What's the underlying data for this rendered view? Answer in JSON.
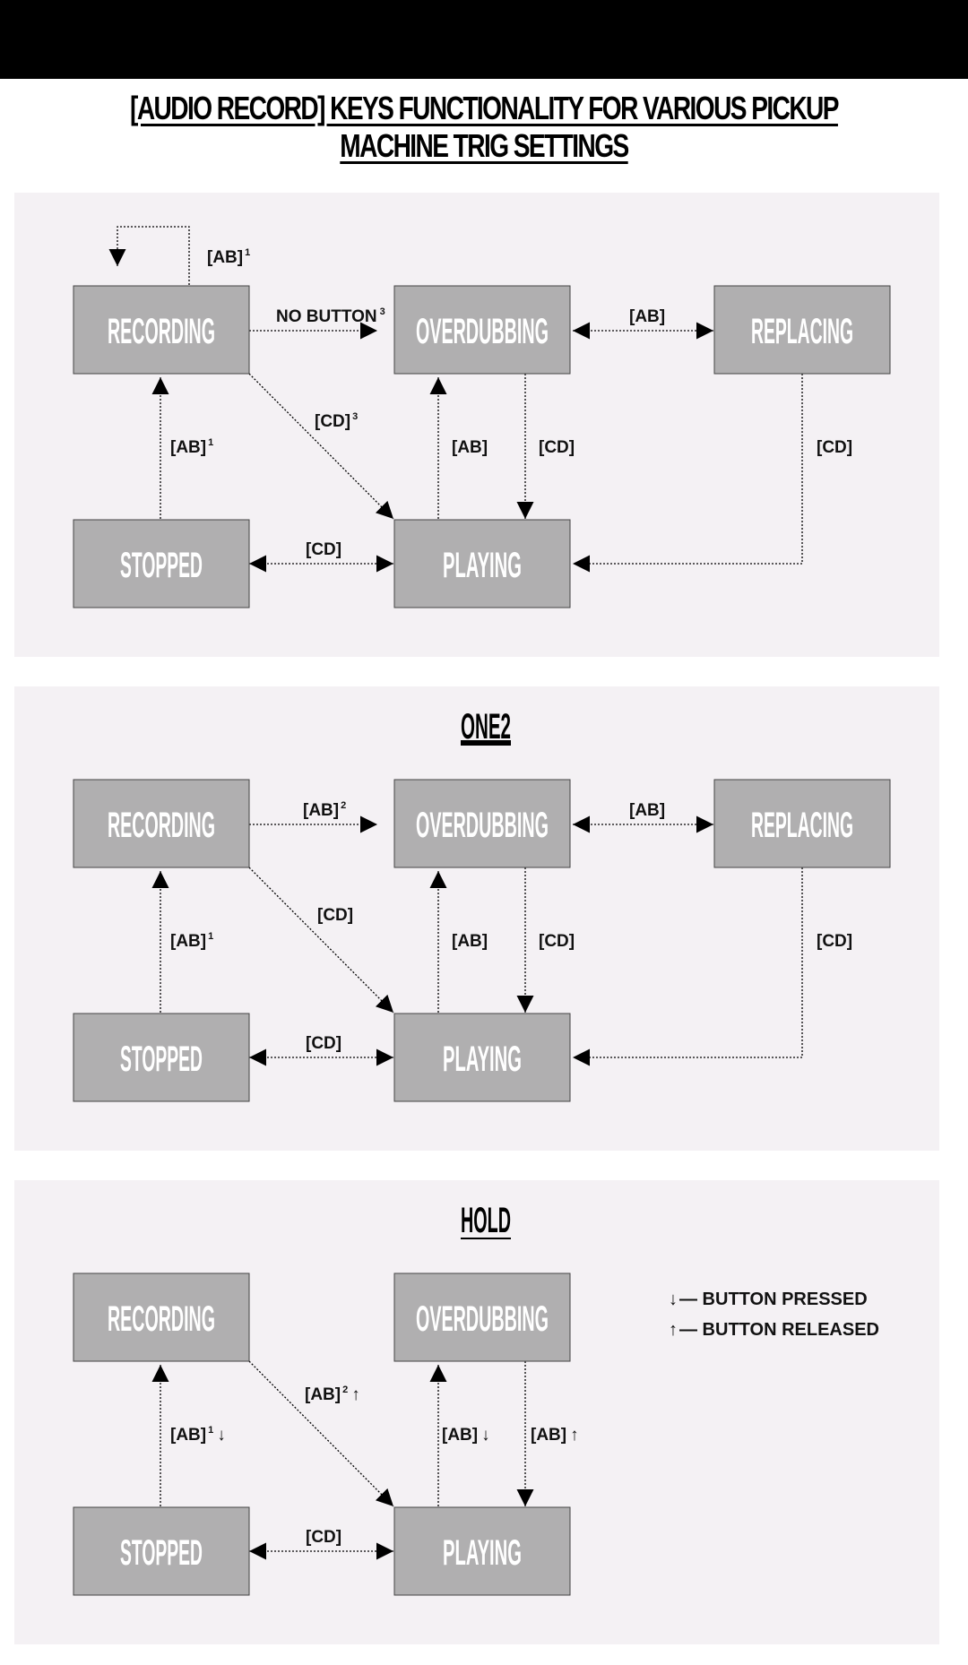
{
  "title": "[AUDIO RECORD] KEYS FUNCTIONALITY FOR VARIOUS PICKUP MACHINE TRIG SETTINGS",
  "panels": [
    {
      "heading": "",
      "states": {
        "recording": "RECORDING",
        "overdubbing": "OVERDUBBING",
        "replacing": "REPLACING",
        "stopped": "STOPPED",
        "playing": "PLAYING"
      },
      "labels": {
        "self_loop": "[AB]",
        "self_loop_sup": "1",
        "rec_to_ovr": "NO BUTTON",
        "rec_to_ovr_sup": "3",
        "ovr_rep": "[AB]",
        "rec_to_play": "[CD]",
        "rec_to_play_sup": "3",
        "stop_to_rec": "[AB]",
        "stop_to_rec_sup": "1",
        "play_to_ovr": "[AB]",
        "ovr_to_play": "[CD]",
        "rep_to_play": "[CD]",
        "stop_play": "[CD]"
      }
    },
    {
      "heading": "ONE2",
      "states": {
        "recording": "RECORDING",
        "overdubbing": "OVERDUBBING",
        "replacing": "REPLACING",
        "stopped": "STOPPED",
        "playing": "PLAYING"
      },
      "labels": {
        "rec_to_ovr": "[AB]",
        "rec_to_ovr_sup": "2",
        "ovr_rep": "[AB]",
        "rec_to_play": "[CD]",
        "stop_to_rec": "[AB]",
        "stop_to_rec_sup": "1",
        "play_to_ovr": "[AB]",
        "ovr_to_play": "[CD]",
        "rep_to_play": "[CD]",
        "stop_play": "[CD]"
      }
    },
    {
      "heading": "HOLD",
      "states": {
        "recording": "RECORDING",
        "overdubbing": "OVERDUBBING",
        "stopped": "STOPPED",
        "playing": "PLAYING"
      },
      "labels": {
        "rec_to_play": "[AB]",
        "rec_to_play_sup": "2",
        "rec_to_play_arrow": "↑",
        "stop_to_rec": "[AB]",
        "stop_to_rec_sup": "1",
        "stop_to_rec_arrow": "↓",
        "play_to_ovr": "[AB]",
        "play_to_ovr_arrow": "↓",
        "ovr_to_play": "[AB]",
        "ovr_to_play_arrow": "↑",
        "stop_play": "[CD]"
      },
      "legend": {
        "pressed_icon": "↓",
        "pressed": "— BUTTON PRESSED",
        "released_icon": "↑",
        "released": "— BUTTON RELEASED"
      }
    }
  ],
  "colors": {
    "state_fill": "#b0afb0",
    "panel_bg": "#f4f1f4",
    "top_bar": "#000000"
  }
}
